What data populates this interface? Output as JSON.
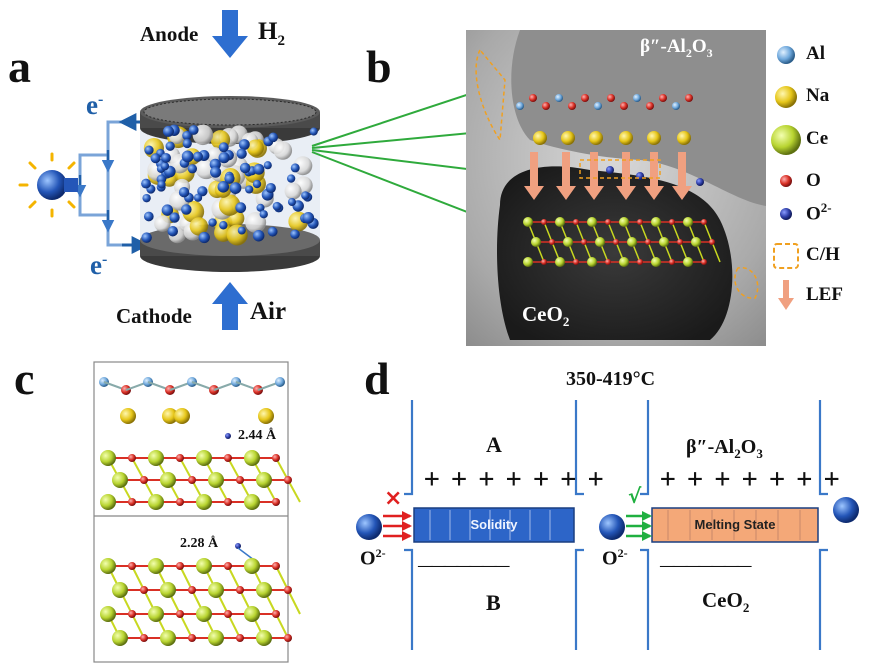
{
  "panels": {
    "a": "a",
    "b": "b",
    "c": "c",
    "d": "d"
  },
  "panel_a": {
    "anode_label": "Anode",
    "anode_gas": "H",
    "anode_gas_sub": "2",
    "cathode_label": "Cathode",
    "cathode_gas": "Air",
    "electron_top": "e",
    "electron_top_sup": "-",
    "electron_bottom": "e",
    "electron_bottom_sup": "-"
  },
  "panel_b": {
    "top_phase": "β″-Al",
    "top_phase_sub1": "2",
    "top_phase_o": "O",
    "top_phase_sub2": "3",
    "bottom_phase": "CeO",
    "bottom_phase_sub": "2"
  },
  "legend": {
    "items": [
      {
        "label": "Al",
        "color": "#6fa8dc"
      },
      {
        "label": "Na",
        "color": "#e6c619"
      },
      {
        "label": "Ce",
        "color": "#b8d430"
      },
      {
        "label": "O",
        "color": "#d93025"
      },
      {
        "label": "O",
        "sup": "2-",
        "color": "#2f3fa8"
      },
      {
        "label": "C/H",
        "color": "#f0a020"
      },
      {
        "label": "LEF",
        "color": "#f0a080"
      }
    ]
  },
  "panel_c": {
    "dist_top": "2.44 Å",
    "dist_bottom": "2.28 Å"
  },
  "panel_d": {
    "temperature": "350-419°C",
    "left_top": "A",
    "left_bottom": "B",
    "left_bar": "Solidity",
    "left_mark": "×",
    "right_top_main": "β″-Al",
    "right_top_sub1": "2",
    "right_top_o": "O",
    "right_top_sub2": "3",
    "right_bottom": "CeO",
    "right_bottom_sub": "2",
    "right_bar": "Melting State",
    "right_mark": "√",
    "ion_left": "O",
    "ion_left_sup": "2-",
    "ion_right": "O",
    "ion_right_sup": "2-",
    "plus_signs": "+ + + + + + +",
    "minus_signs": "— — — — — — —"
  }
}
